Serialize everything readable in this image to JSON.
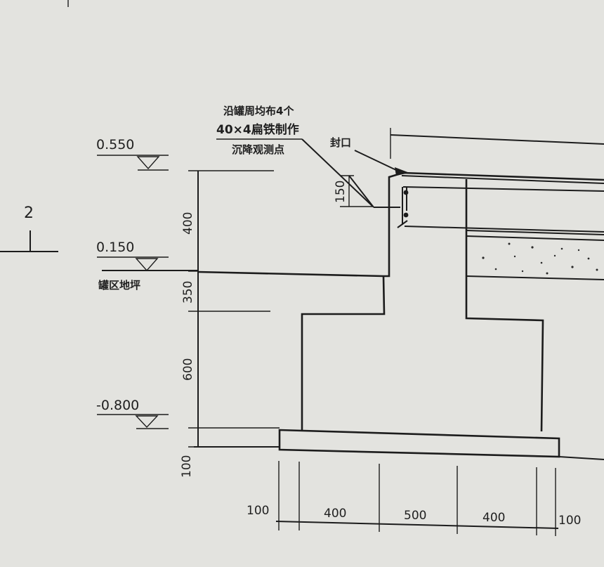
{
  "section": {
    "label": "2"
  },
  "elevations": {
    "top": "0.550",
    "grade": "0.150",
    "bottom": "-0.800"
  },
  "grade_note": "罐区地坪",
  "annotations": {
    "marker_line1": "沿罐周均布4个",
    "marker_line2": "40×4扁铁制作",
    "marker_line3": "沉降观测点",
    "seal": "封口"
  },
  "vertical_dims": [
    "400",
    "350",
    "600",
    "100"
  ],
  "local_dim": "150",
  "horizontal_dims": [
    "100",
    "400",
    "500",
    "400",
    "100"
  ]
}
